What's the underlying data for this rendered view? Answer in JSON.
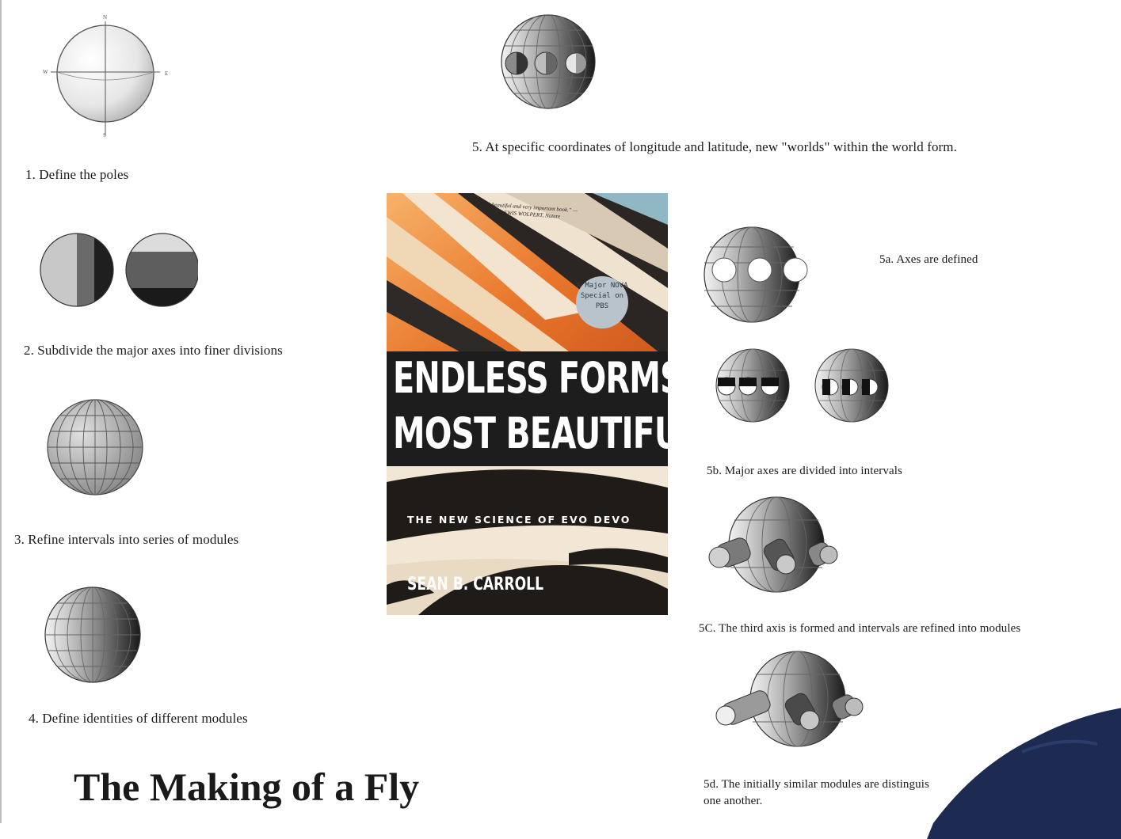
{
  "steps": {
    "s1": "1. Define the poles",
    "s2": "2. Subdivide the major axes into finer divisions",
    "s3": "3. Refine intervals into series of modules",
    "s4": "4. Define identities of different modules",
    "s5": "5. At specific coordinates of longitude and latitude, new \"worlds\" within the world form.",
    "s5a": "5a. Axes are defined",
    "s5b": "5b. Major axes are divided into intervals",
    "s5c": "5C. The third axis is formed and intervals are refined into modules",
    "s5d_line1": "5d. The initially similar modules are distinguis",
    "s5d_line2": "one another."
  },
  "compass": {
    "n": "N",
    "s": "S",
    "w": "W",
    "e": "E"
  },
  "title": "The Making of a Fly",
  "book": {
    "quote": "\"A beautiful and very important book.\" —LEWIS WOLPERT, Nature",
    "badge": "A Major NOVA Special on PBS",
    "title_line1": "ENDLESS FORMS",
    "title_line2": "MOST BEAUTIFUL",
    "subtitle": "THE NEW SCIENCE OF EVO DEVO",
    "author": "SEAN B. CARROLL"
  },
  "colors": {
    "book_orange": "#e8762a",
    "presenter_shirt": "#1d2a52"
  }
}
